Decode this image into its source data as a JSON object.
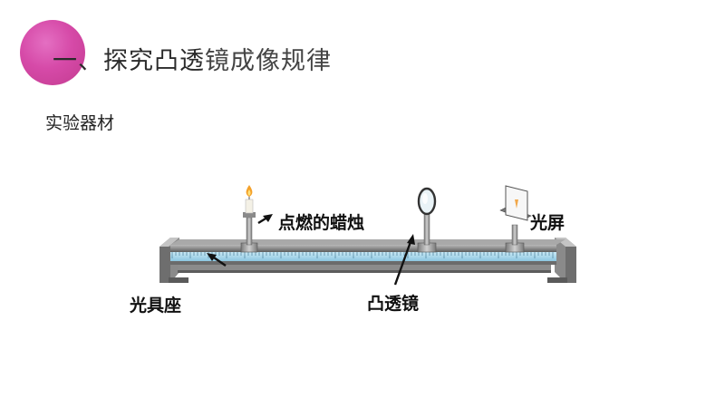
{
  "header": {
    "title_bold": "一、探究凸透",
    "title_rest": "镜成像规律"
  },
  "section": {
    "subtitle": "实验器材"
  },
  "diagram": {
    "labels": {
      "candle": "点燃的蜡烛",
      "screen": "光屏",
      "bench": "光具座",
      "lens": "凸透镜"
    }
  },
  "colors": {
    "accent": "#d64aa8",
    "scale": "#9fd3ea"
  }
}
